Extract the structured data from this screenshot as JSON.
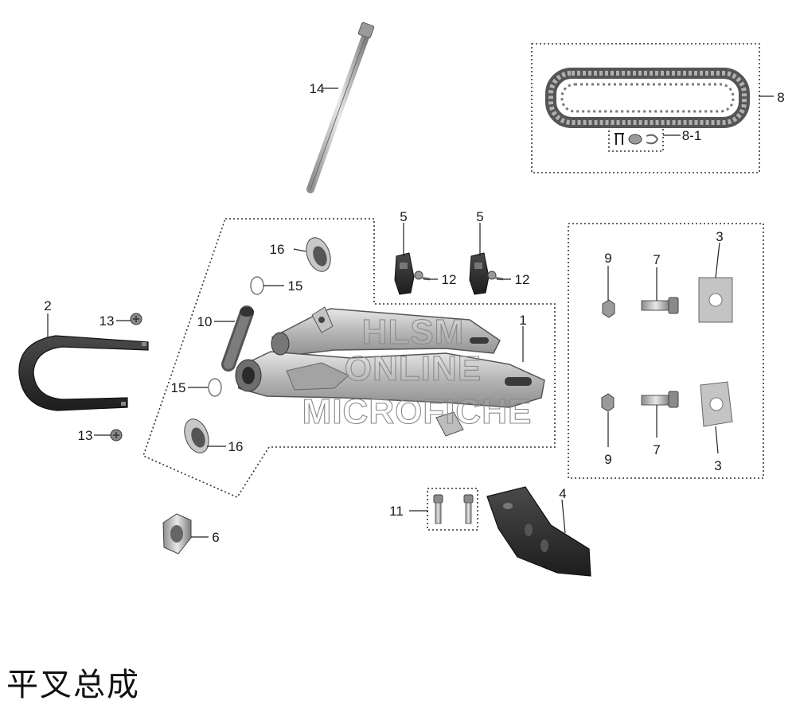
{
  "title": "平叉总成",
  "watermark": {
    "line1": "HLSM",
    "line2": "ONLINE",
    "line3": "MICROFICHE"
  },
  "callouts": {
    "c1": "1",
    "c2": "2",
    "c3a": "3",
    "c3b": "3",
    "c4": "4",
    "c5a": "5",
    "c5b": "5",
    "c6": "6",
    "c7a": "7",
    "c7b": "7",
    "c8": "8",
    "c8_1": "8-1",
    "c9a": "9",
    "c9b": "9",
    "c10": "10",
    "c11": "11",
    "c12a": "12",
    "c12b": "12",
    "c13a": "13",
    "c13b": "13",
    "c14": "14",
    "c15a": "15",
    "c15b": "15",
    "c16a": "16",
    "c16b": "16"
  },
  "colors": {
    "frame": "#333333",
    "aluminum": "#b8b8b8",
    "dark_part": "#2a2a2a",
    "steel": "#9a9a9a"
  }
}
